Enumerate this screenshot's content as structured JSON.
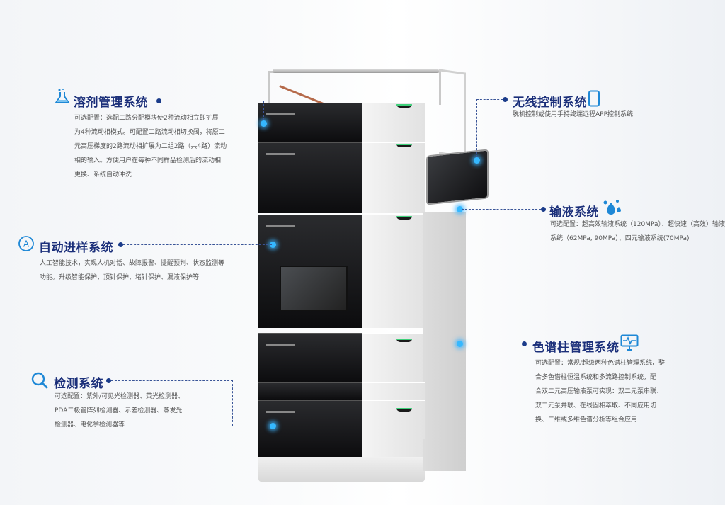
{
  "sections": {
    "solvent": {
      "title": "溶剂管理系统",
      "icon": "flask-icon",
      "lines": [
        "可选配置：选配二路分配模块使2种流动相立即扩展",
        "为4种流动相模式。可配置二路流动相切换阀，将原二",
        "元高压梯度的2路流动相扩展为二组2路（共4路）流动",
        "相的输入。方便用户在每种不同样品检测后的流动相",
        "更换、系统自动冲洗"
      ]
    },
    "autosampler": {
      "title": "自动进样系统",
      "icon": "letter-a-icon",
      "lines": [
        "人工智能技术，实现人机对话、故障报警、提醒预判、状态监测等",
        "功能。升级智能保护，顶针保护、堵针保护、漏液保护等"
      ]
    },
    "detection": {
      "title": "检测系统",
      "icon": "search-icon",
      "lines": [
        "可选配置：紫外/可见光检测器、荧光检测器、",
        "PDA二极管阵列检测器、示差检测器、蒸发光",
        "检测器、电化学检测器等"
      ]
    },
    "wireless": {
      "title": "无线控制系统",
      "icon": "tablet-icon",
      "lines": [
        "脱机控制或使用手持终端远程APP控制系统"
      ]
    },
    "pump": {
      "title": "输液系统",
      "icon": "droplets-icon",
      "lines": [
        "可选配置：超高效输液系统（120MPa）、超快速（高效）输液",
        "系统（62MPa, 90MPa）、四元输液系统(70MPa)"
      ]
    },
    "column": {
      "title": "色谱柱管理系统",
      "icon": "monitor-pulse-icon",
      "lines": [
        "可选配置：常规/超级两种色谱柱管理系统，整",
        "合多色谱柱恒温系统和多流路控制系统，配",
        "合双二元高压输液泵可实现：双二元泵串联、",
        "双二元泵并联、在线固相萃取、不同应用切",
        "换、二维或多维色谱分析等组合应用"
      ]
    }
  },
  "colors": {
    "title": "#1b2f7a",
    "accent": "#1e88d6",
    "led": "#35b8ff",
    "status_led": "#3ed17a"
  }
}
